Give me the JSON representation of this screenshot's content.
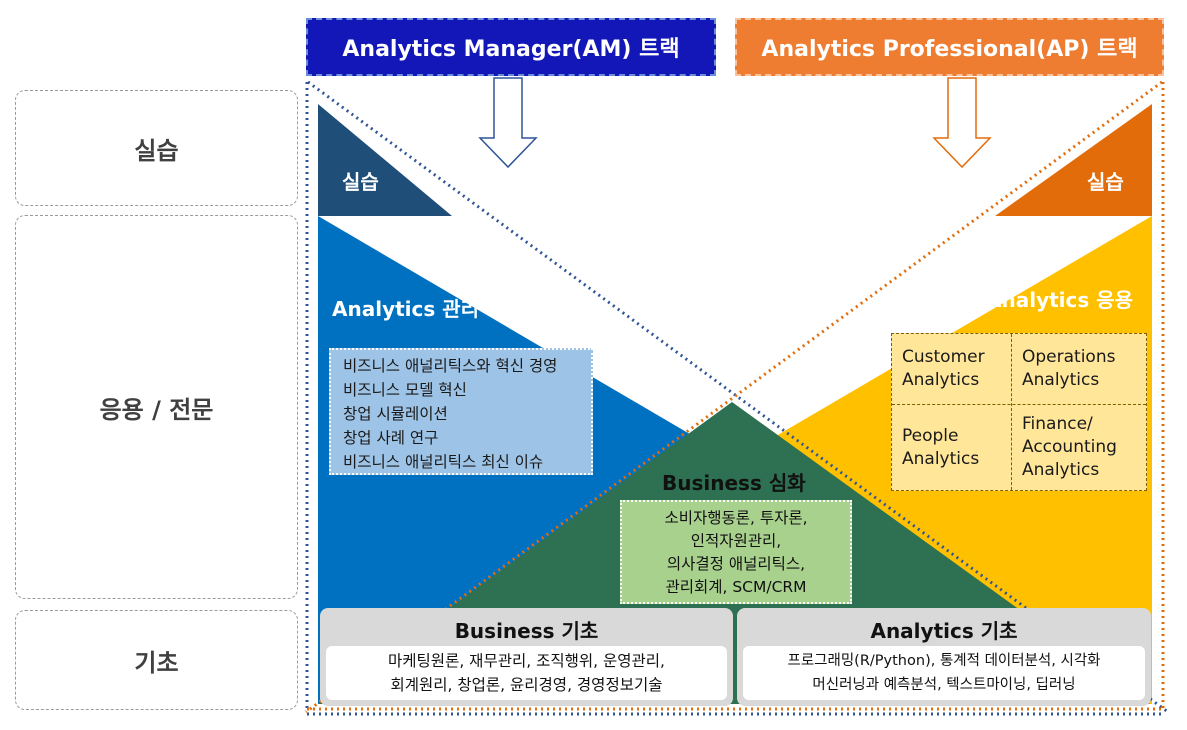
{
  "levels": [
    "실습",
    "응용 / 전문",
    "기초"
  ],
  "tracks": {
    "am": {
      "label": "Analytics Manager(AM) 트랙",
      "color": "#1417b8"
    },
    "ap": {
      "label": "Analytics Professional(AP) 트랙",
      "color": "#ee7d31"
    }
  },
  "am_side": {
    "practice": "실습",
    "management_title": "Analytics 관리",
    "management_items": [
      "비즈니스 애널리틱스와 혁신 경영",
      "비즈니스 모델 혁신",
      "창업 시뮬레이션",
      "창업 사례 연구",
      "비즈니스 애널리틱스 최신 이슈"
    ]
  },
  "ap_side": {
    "practice": "실습",
    "application_title": "Analytics 응용",
    "grid": [
      "Customer\nAnalytics",
      "Operations\nAnalytics",
      "People\nAnalytics",
      "Finance/\nAccounting\nAnalytics"
    ]
  },
  "business_deep": {
    "title": "Business 심화",
    "items": [
      "소비자행동론, 투자론,",
      "인적자원관리,",
      "의사결정 애널리틱스,",
      "관리회계, SCM/CRM"
    ]
  },
  "foundation": {
    "business": {
      "title": "Business 기초",
      "items": [
        "마케팅원론, 재무관리, 조직행위, 운영관리,",
        "회계원리, 창업론, 윤리경영, 경영정보기술"
      ]
    },
    "analytics": {
      "title": "Analytics 기초",
      "items": [
        "프로그래밍(R/Python), 통계적 데이터분석, 시각화",
        "머신러닝과 예측분석, 텍스트마이닝, 딥러닝"
      ]
    }
  },
  "colors": {
    "am_dark": "#1f4e79",
    "am_blue": "#0070c0",
    "ap_orange": "#e36c0a",
    "ap_yellow": "#ffc000",
    "deep_green": "#2d7152",
    "list_box": "#9dc3e6",
    "grid_box": "#ffe699",
    "deep_box": "#a9d18e",
    "foundation_bg": "#d9d9d9"
  }
}
